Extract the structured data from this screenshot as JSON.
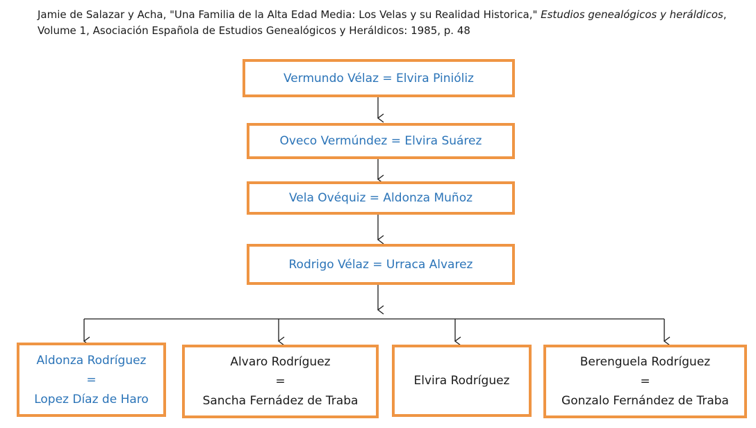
{
  "citation": {
    "part1": "Jamie de Salazar y Acha, \"Una Familia de la Alta Edad Media: Los Velas y su Realidad Historica,\" ",
    "journal": "Estudios genealógicos y heráldicos",
    "part2": ", Volume 1, Asociación Española de Estudios Genealógicos y Heráldicos: 1985, p. 48"
  },
  "generations": [
    {
      "text": "Vermundo Vélaz = Elvira Pinióliz"
    },
    {
      "text": "Oveco Vermúndez = Elvira Suárez"
    },
    {
      "text": "Vela Ovéquiz = Aldonza Muñoz"
    },
    {
      "text": "Rodrigo Vélaz = Urraca Alvarez"
    }
  ],
  "children": [
    {
      "line1": "Aldonza Rodríguez",
      "line2": "=",
      "line3": "Lopez Díaz de Haro"
    },
    {
      "line1": "Alvaro Rodríguez",
      "line2": "=",
      "line3": "Sancha Fernádez de Traba"
    },
    {
      "line1": "Elvira Rodríguez"
    },
    {
      "line1": "Berenguela Rodríguez",
      "line2": "=",
      "line3": "Gonzalo Fernández de Traba"
    }
  ],
  "colors": {
    "box_border": "#ef9544",
    "linked_text": "#2b74b8",
    "plain_text": "#1a1a1a",
    "connector": "#1a1a1a"
  }
}
